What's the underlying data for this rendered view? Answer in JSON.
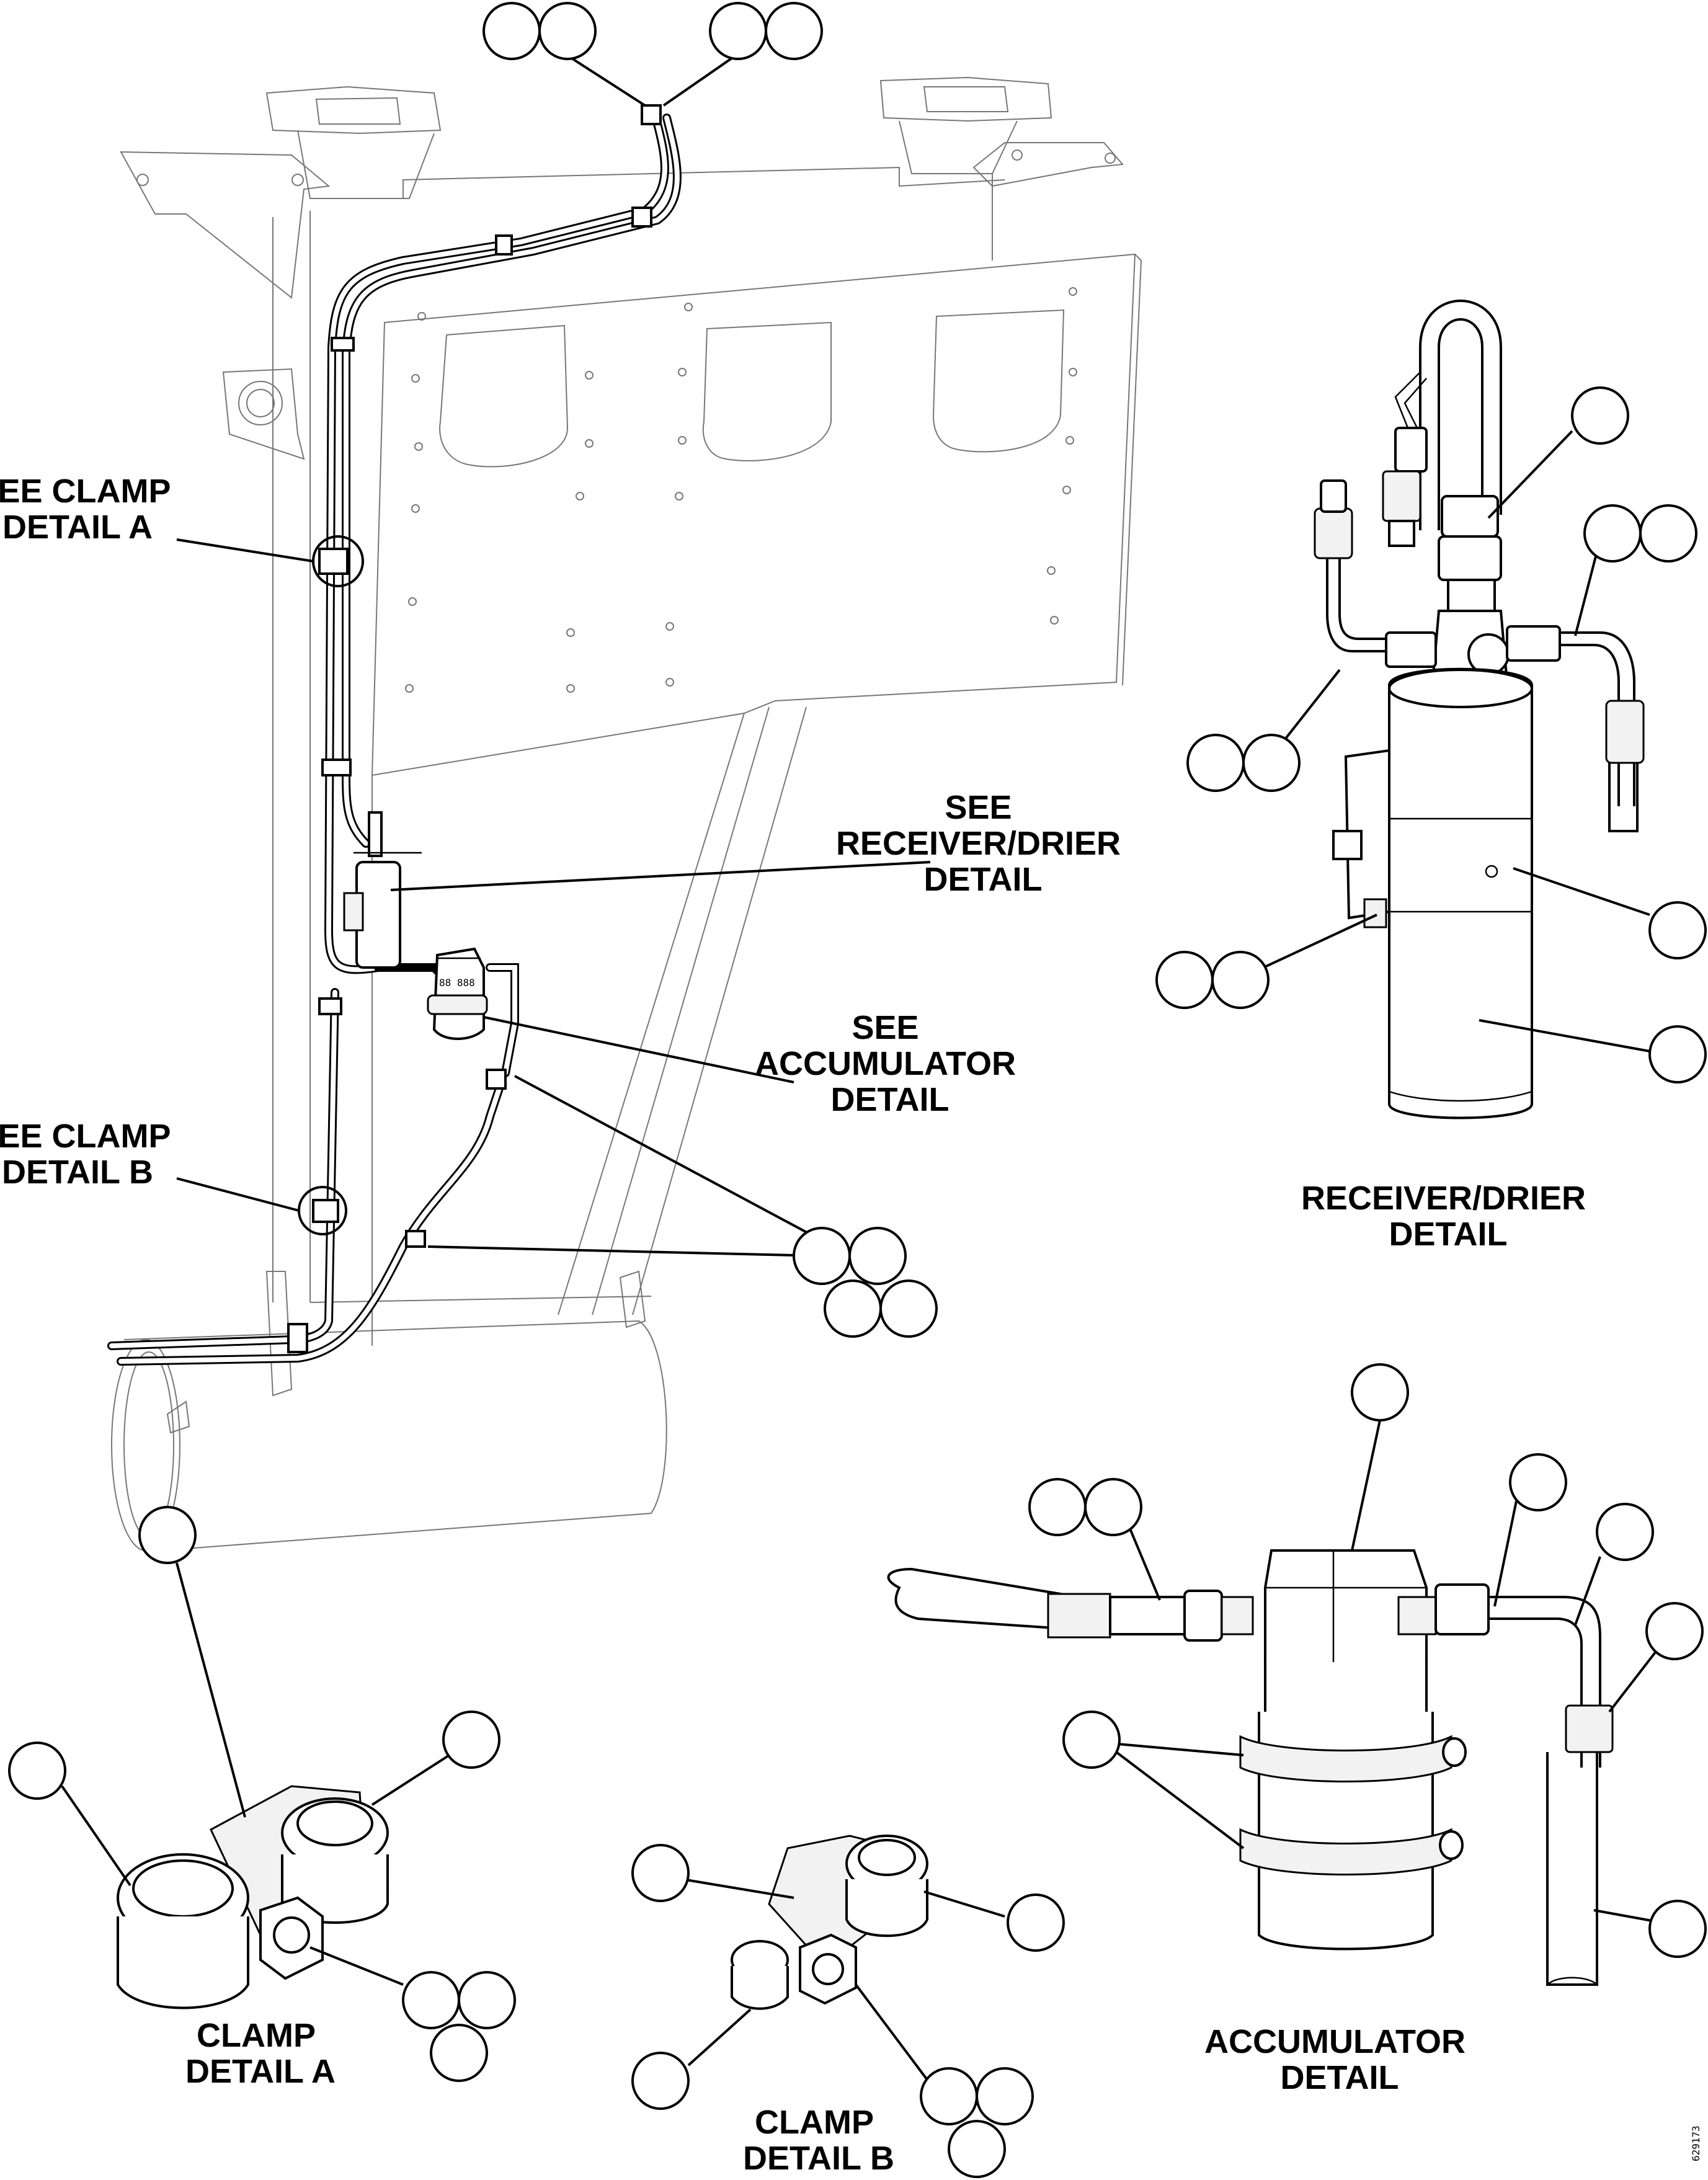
{
  "labels": {
    "see_clamp_a": [
      "SEE CLAMP",
      "DETAIL A"
    ],
    "see_clamp_b": [
      "SEE CLAMP",
      "DETAIL B"
    ],
    "see_receiver": [
      "SEE",
      "RECEIVER/DRIER",
      "DETAIL"
    ],
    "see_accumulator": [
      "SEE",
      "ACCUMULATOR",
      "DETAIL"
    ],
    "receiver_detail": [
      "RECEIVER/DRIER",
      "DETAIL"
    ],
    "accumulator_detail": [
      "ACCUMULATOR",
      "DETAIL"
    ],
    "clamp_a_detail": [
      "CLAMP",
      "DETAIL A"
    ],
    "clamp_b_detail": [
      "CLAMP",
      "DETAIL B"
    ]
  },
  "figure_number": "629173"
}
